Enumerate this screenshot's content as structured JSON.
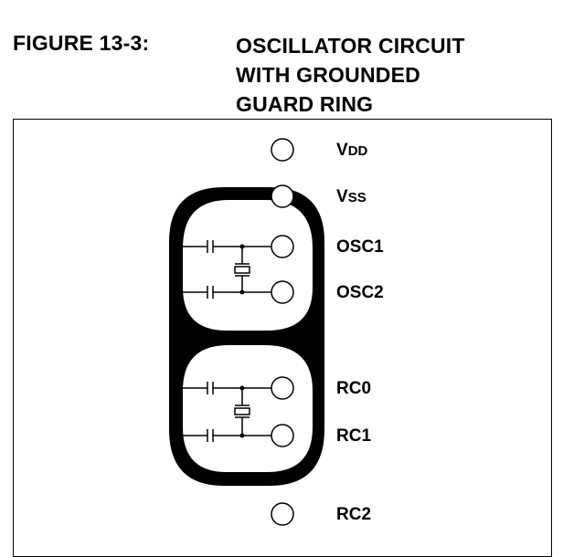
{
  "figure": {
    "number": "FIGURE 13-3:",
    "title_lines": [
      "OSCILLATOR CIRCUIT",
      "WITH GROUNDED",
      "GUARD RING"
    ]
  },
  "pins": [
    {
      "id": "vdd",
      "main": "V",
      "sub": "DD"
    },
    {
      "id": "vss",
      "main": "V",
      "sub": "SS"
    },
    {
      "id": "osc1",
      "main": "OSC1",
      "sub": ""
    },
    {
      "id": "osc2",
      "main": "OSC2",
      "sub": ""
    },
    {
      "id": "rc0",
      "main": "RC0",
      "sub": ""
    },
    {
      "id": "rc1",
      "main": "RC1",
      "sub": ""
    },
    {
      "id": "rc2",
      "main": "RC2",
      "sub": ""
    }
  ]
}
